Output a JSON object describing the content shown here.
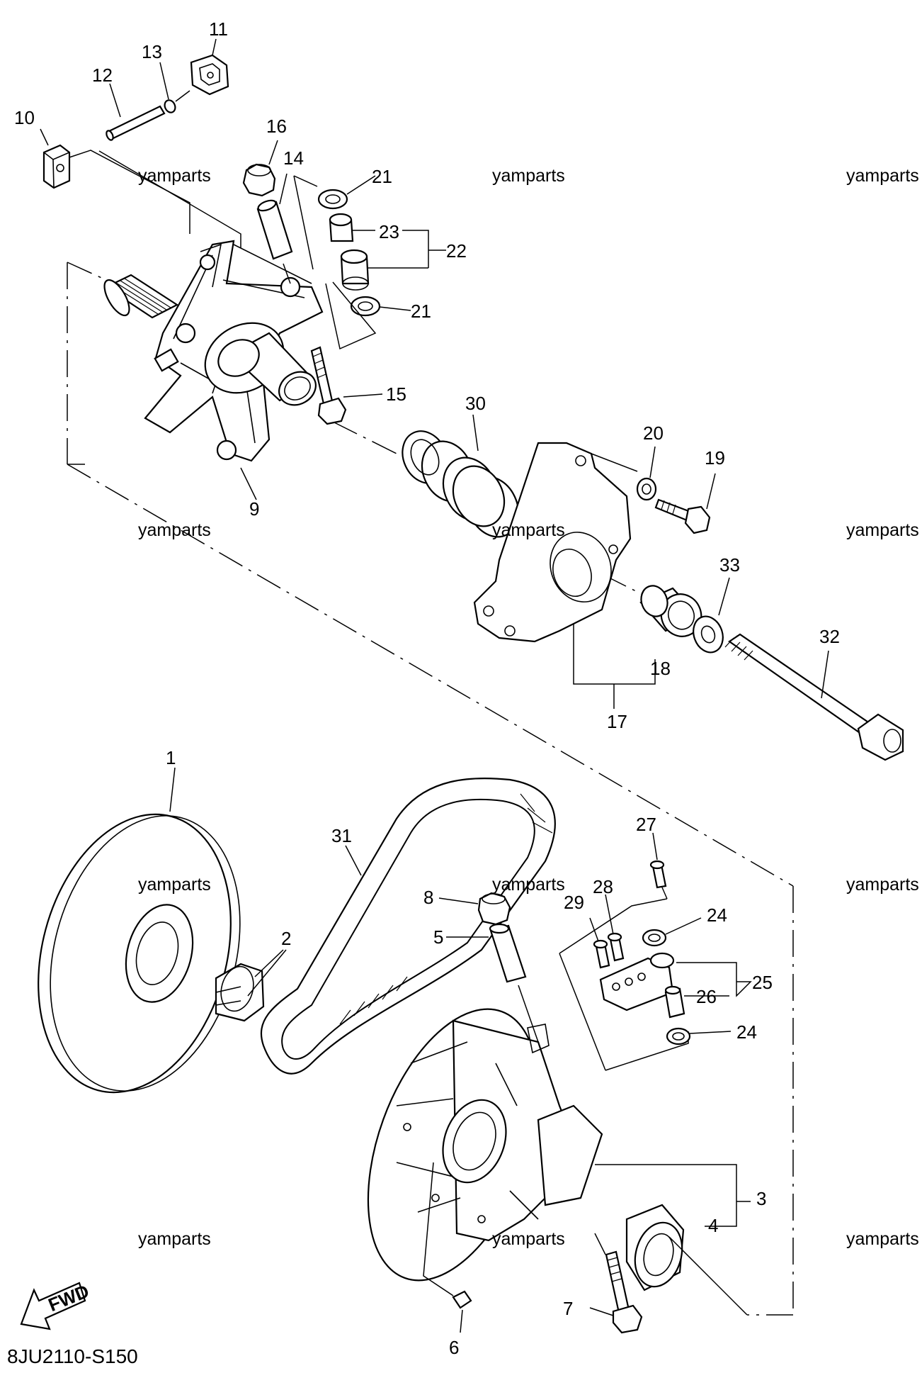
{
  "diagram": {
    "watermark": "yamparts",
    "drawing_code": "8JU2110-S150",
    "fwd_label": "FWD",
    "callouts": [
      "1",
      "2",
      "3",
      "4",
      "5",
      "6",
      "7",
      "8",
      "9",
      "10",
      "11",
      "12",
      "13",
      "14",
      "15",
      "16",
      "17",
      "18",
      "19",
      "20",
      "21",
      "22",
      "23",
      "24",
      "25",
      "26",
      "27",
      "28",
      "29",
      "30",
      "31",
      "32",
      "33"
    ]
  }
}
